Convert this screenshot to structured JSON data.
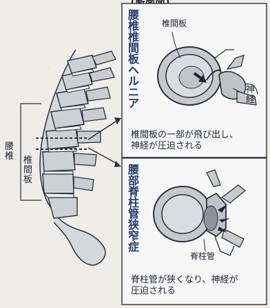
{
  "header_fragment": "【断面図】",
  "left": {
    "lumbar_label": [
      "腰",
      "椎"
    ],
    "disc_label": [
      "椎",
      "間",
      "板"
    ]
  },
  "panel1": {
    "title": [
      "腰",
      "椎",
      "椎",
      "間",
      "板",
      "ヘ",
      "ル",
      "ニ",
      "ア"
    ],
    "disc_label": "椎間板",
    "nerve_label": [
      "神",
      "経"
    ],
    "caption": [
      "椎間板の一部が飛び出し、",
      "神経が圧迫される"
    ]
  },
  "panel2": {
    "title": [
      "腰",
      "部",
      "脊",
      "柱",
      "管",
      "狭",
      "窄",
      "症"
    ],
    "canal_label": "脊柱管",
    "caption": [
      "脊柱管が狭くなり、神経が",
      "圧迫される"
    ]
  }
}
